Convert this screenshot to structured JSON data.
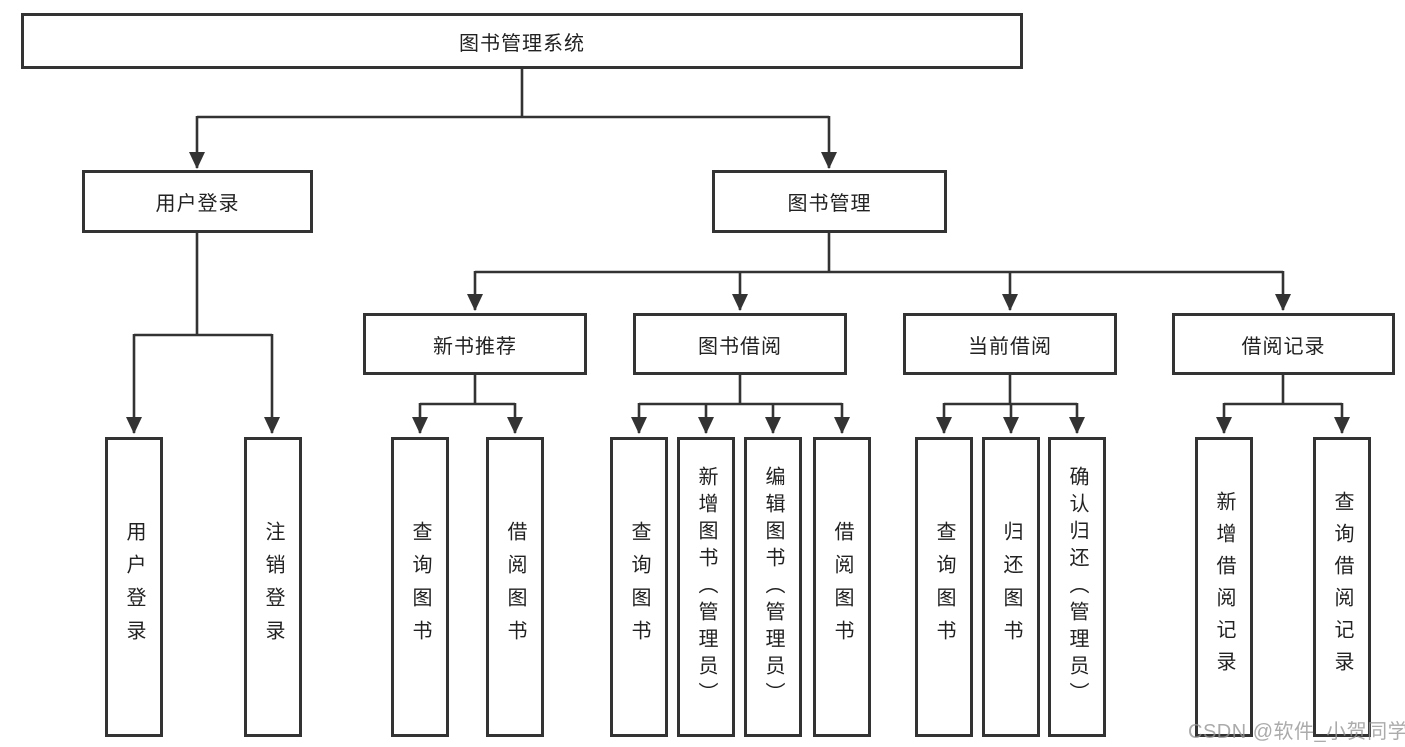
{
  "diagram": {
    "root": {
      "label": "图书管理系统",
      "children": [
        {
          "label": "用户登录",
          "children": [
            {
              "label": "用户登录"
            },
            {
              "label": "注销登录"
            }
          ]
        },
        {
          "label": "图书管理",
          "children": [
            {
              "label": "新书推荐",
              "children": [
                {
                  "label": "查询图书"
                },
                {
                  "label": "借阅图书"
                }
              ]
            },
            {
              "label": "图书借阅",
              "children": [
                {
                  "label": "查询图书"
                },
                {
                  "label": "新增图书（管理员）"
                },
                {
                  "label": "编辑图书（管理员）"
                },
                {
                  "label": "借阅图书"
                }
              ]
            },
            {
              "label": "当前借阅",
              "children": [
                {
                  "label": "查询图书"
                },
                {
                  "label": "归还图书"
                },
                {
                  "label": "确认归还（管理员）"
                }
              ]
            },
            {
              "label": "借阅记录",
              "children": [
                {
                  "label": "新增借阅记录"
                },
                {
                  "label": "查询借阅记录"
                }
              ]
            }
          ]
        }
      ]
    },
    "watermark": "CSDN @软件_小贺同学",
    "colors": {
      "line": "#333333",
      "box_border": "#333333",
      "box_fill": "#ffffff",
      "text": "#222222",
      "watermark": "#949494"
    }
  }
}
